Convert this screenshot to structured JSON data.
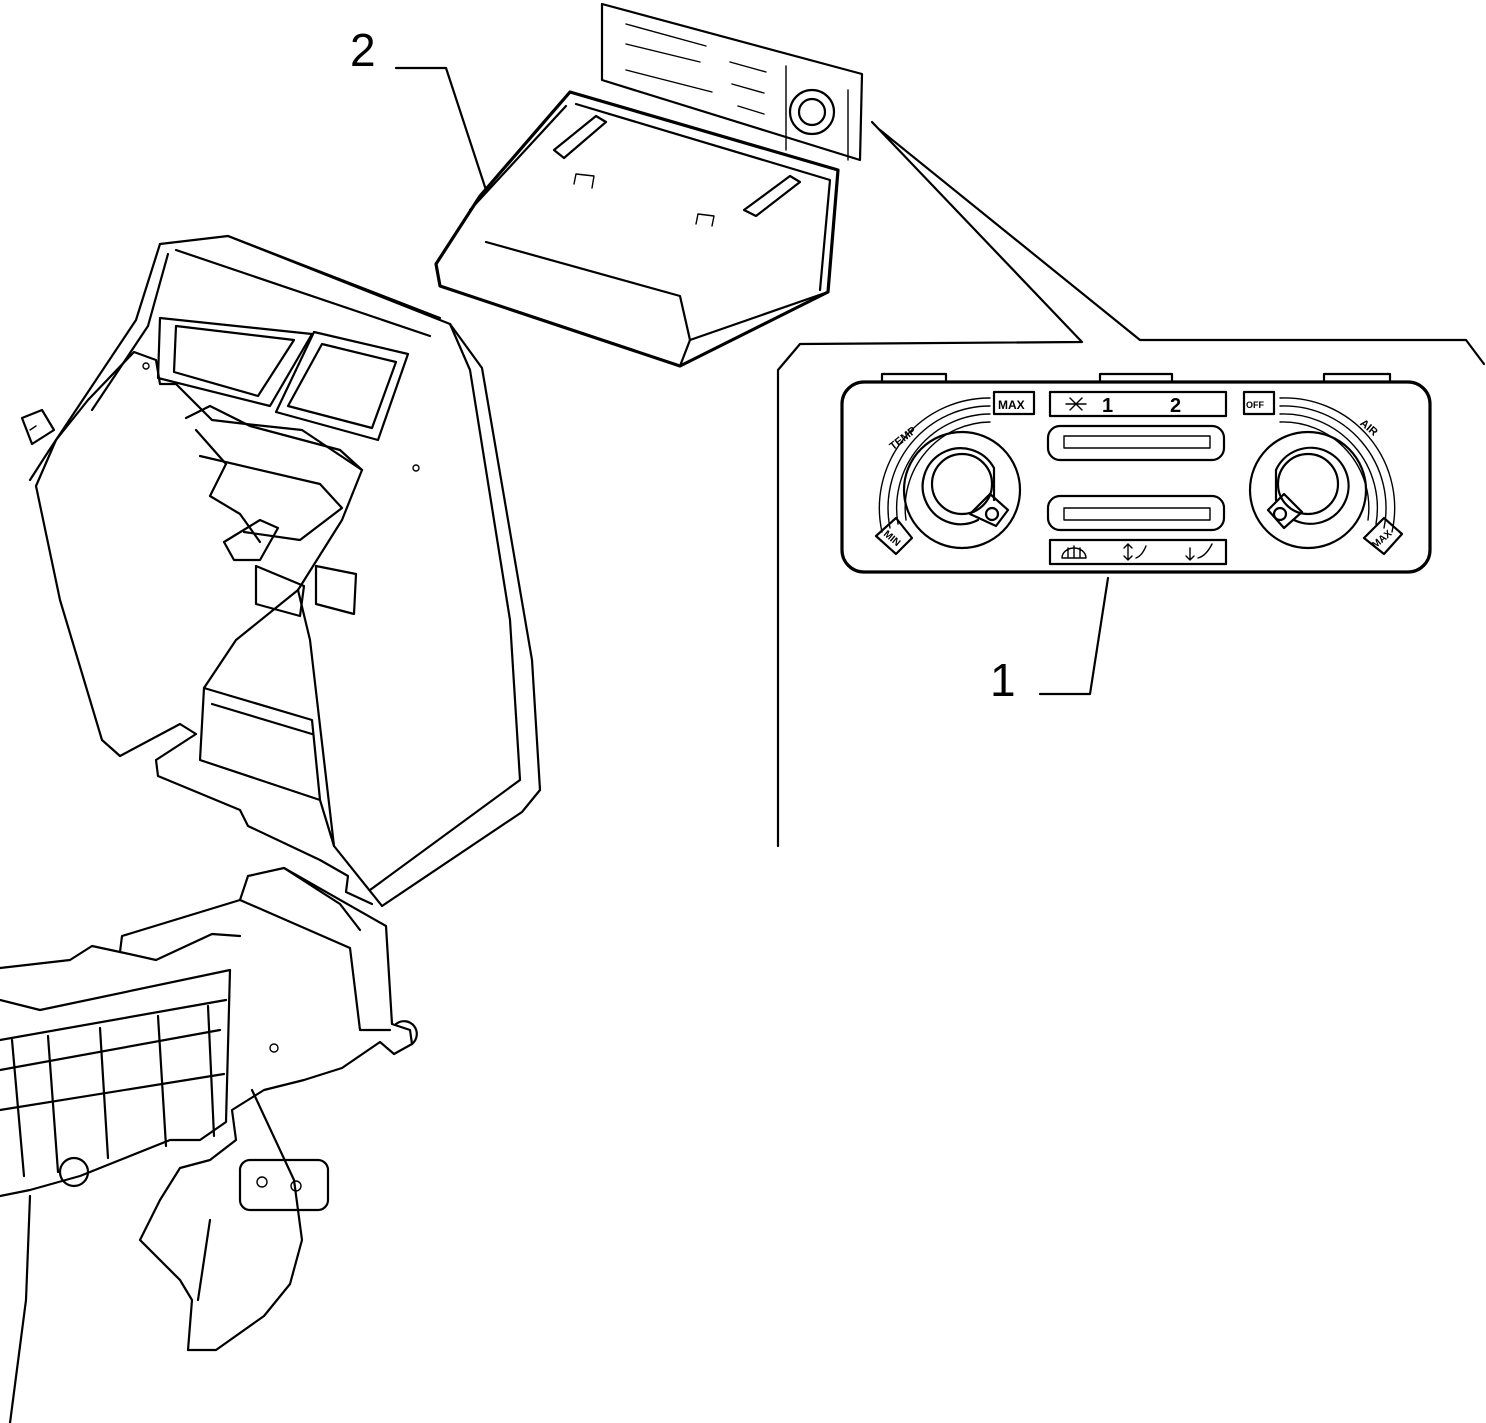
{
  "callouts": {
    "item_1": "1",
    "item_2": "2"
  },
  "control_panel": {
    "temp_scale": {
      "label": "TEMP",
      "min_label": "MIN",
      "max_label": "MAX"
    },
    "fan_speed": {
      "icon": "fan-icon",
      "speed_1": "1",
      "speed_2": "2"
    },
    "air_scale": {
      "label": "AIR",
      "off_label": "OFF",
      "max_label": "MAX"
    },
    "mode_icons": [
      "defrost-icon",
      "face-feet-vent-icon",
      "feet-vent-icon"
    ]
  }
}
